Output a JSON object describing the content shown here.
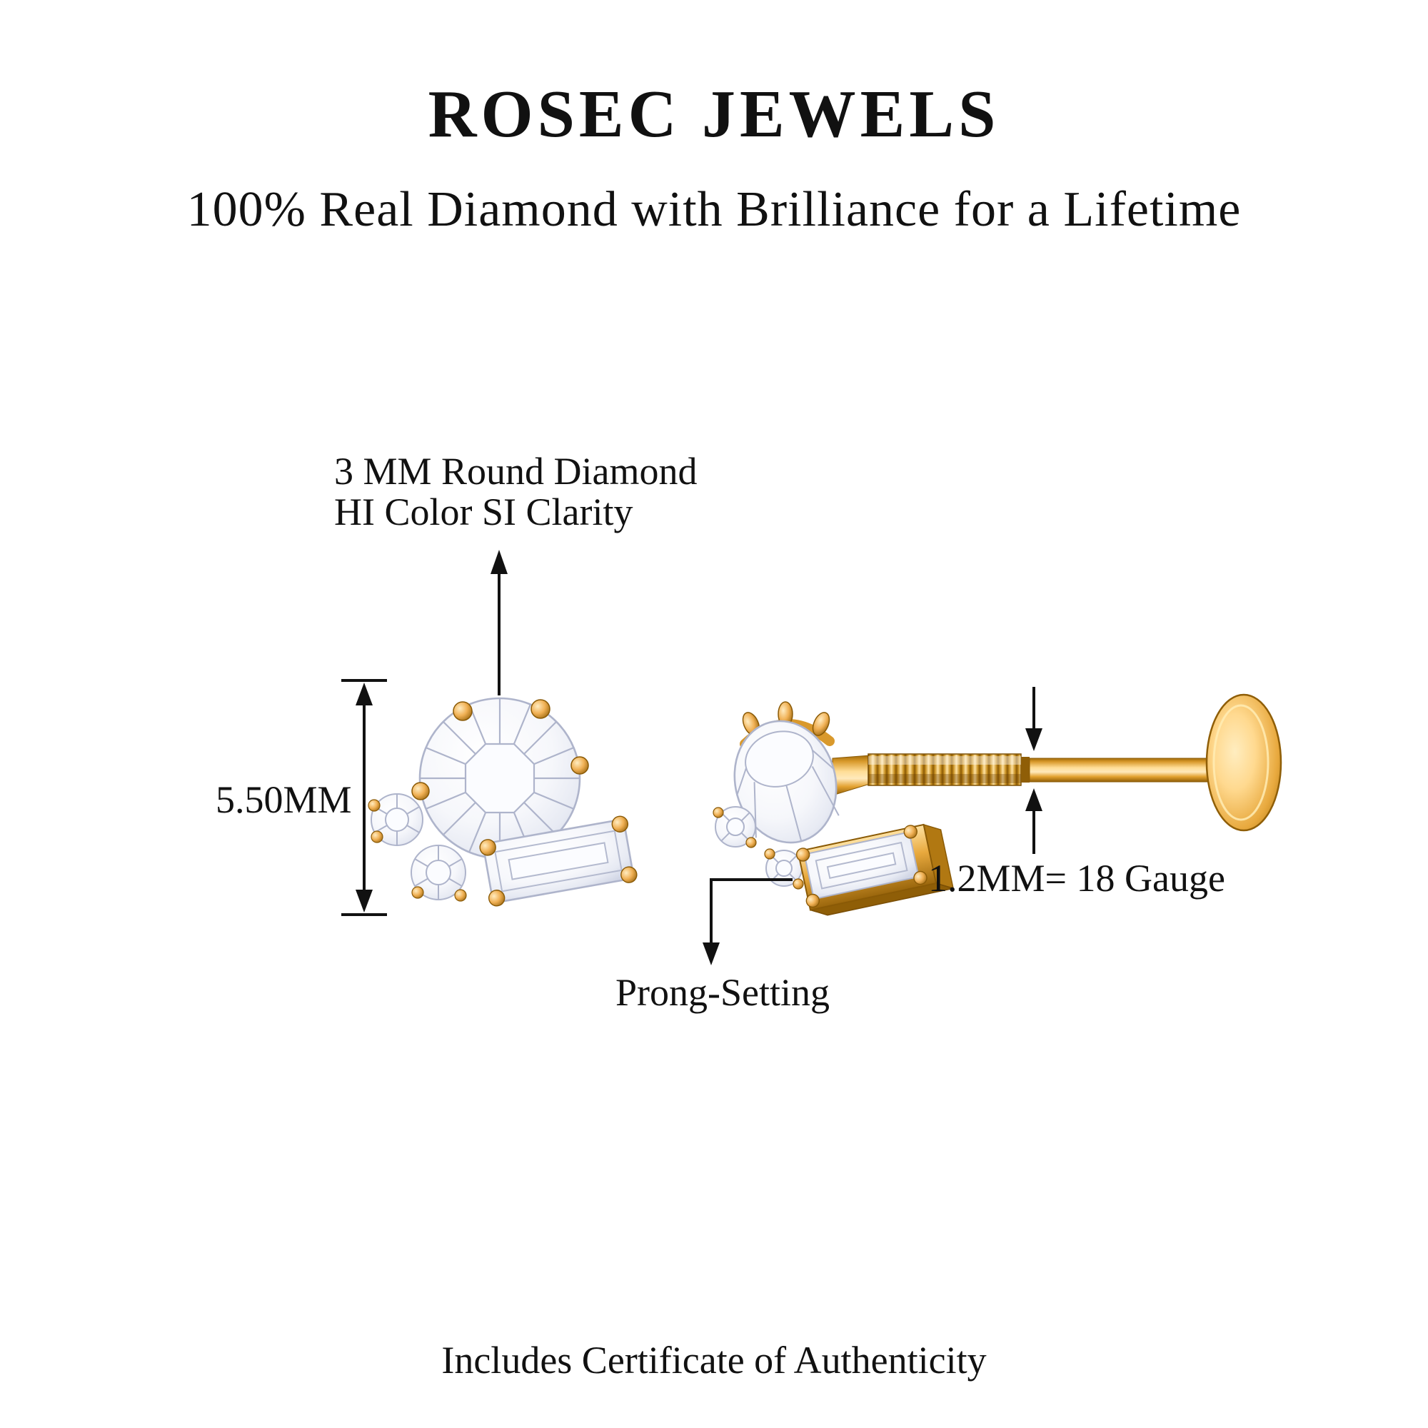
{
  "brand": {
    "title": "ROSEC JEWELS",
    "tagline": "100% Real Diamond with Brilliance for a Lifetime"
  },
  "labels": {
    "spec_line1": "3 MM Round Diamond",
    "spec_line2": "HI Color SI Clarity",
    "height": "5.50MM",
    "gauge": "1.2MM= 18 Gauge",
    "setting": "Prong-Setting",
    "certificate": "Includes Certificate of Authenticity"
  },
  "colors": {
    "gold": "#E8A93E",
    "gold_dark": "#8F5E07",
    "gold_light": "#FFE2A2",
    "diamond_stroke": "#AEB4CB",
    "ink": "#111111",
    "background": "#FFFFFF"
  }
}
